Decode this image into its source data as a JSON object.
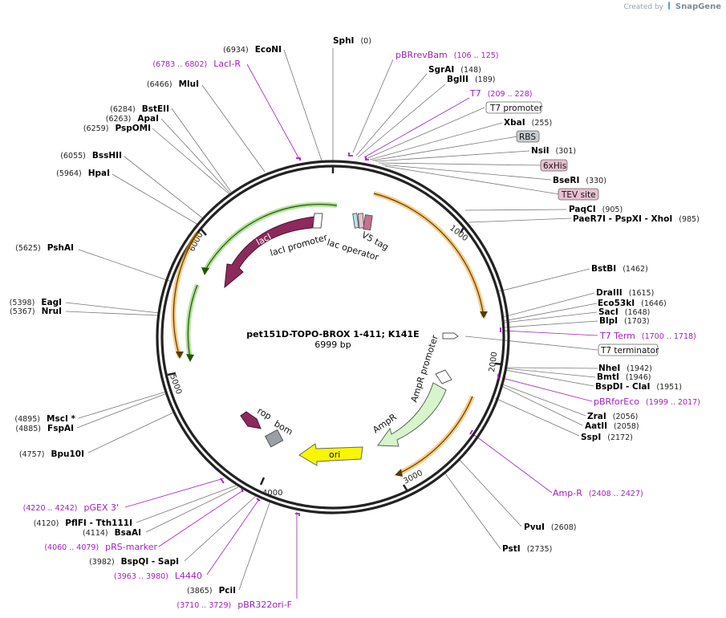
{
  "credit": {
    "prefix": "Created by",
    "brand": "SnapGene"
  },
  "plasmid": {
    "name": "pet151D-TOPO-BROX 1-411; K141E",
    "length": "6999 bp"
  },
  "ticks": [
    "1000",
    "2000",
    "3000",
    "4000",
    "5000",
    "6000"
  ],
  "sites": [
    {
      "id": "sphi",
      "name": "SphI",
      "pos": "(0)",
      "num_first": false
    },
    {
      "id": "pbrrevbam",
      "name": "pBRrevBam",
      "pos": "(106 .. 125)",
      "num_first": false,
      "primer": true
    },
    {
      "id": "sgrai",
      "name": "SgrAI",
      "pos": "(148)",
      "num_first": false
    },
    {
      "id": "bglii",
      "name": "BglII",
      "pos": "(189)",
      "num_first": false
    },
    {
      "id": "t7",
      "name": "T7",
      "pos": "(209 .. 228)",
      "num_first": false,
      "primer": true
    },
    {
      "id": "xbai",
      "name": "XbaI",
      "pos": "(255)",
      "num_first": false
    },
    {
      "id": "nsii",
      "name": "NsiI",
      "pos": "(301)",
      "num_first": false
    },
    {
      "id": "bseri",
      "name": "BseRI",
      "pos": "(330)",
      "num_first": false
    },
    {
      "id": "paqci",
      "name": "PaqCI",
      "pos": "(905)",
      "num_first": false
    },
    {
      "id": "paer7i",
      "name": "PaeR7I   - PspXI   - XhoI",
      "pos": "(985)",
      "num_first": false
    },
    {
      "id": "bstbi",
      "name": "BstBI",
      "pos": "(1462)",
      "num_first": false
    },
    {
      "id": "draiii",
      "name": "DraIII",
      "pos": "(1615)",
      "num_first": false
    },
    {
      "id": "eco53ki",
      "name": "Eco53kI",
      "pos": "(1646)",
      "num_first": false
    },
    {
      "id": "saci",
      "name": "SacI",
      "pos": "(1648)",
      "num_first": false
    },
    {
      "id": "blpi",
      "name": "BlpI",
      "pos": "(1703)",
      "num_first": false
    },
    {
      "id": "t7term",
      "name": "T7 Term",
      "pos": "(1700 .. 1718)",
      "num_first": false,
      "primer": true
    },
    {
      "id": "nhei",
      "name": "NheI",
      "pos": "(1942)",
      "num_first": false
    },
    {
      "id": "bmti",
      "name": "BmtI",
      "pos": "(1946)",
      "num_first": false
    },
    {
      "id": "bspdi",
      "name": "BspDI   - ClaI",
      "pos": "(1951)",
      "num_first": false
    },
    {
      "id": "pbrforeco",
      "name": "pBRforEco",
      "pos": "(1999 .. 2017)",
      "num_first": false,
      "primer": true
    },
    {
      "id": "zrai",
      "name": "ZraI",
      "pos": "(2056)",
      "num_first": false
    },
    {
      "id": "aatii",
      "name": "AatII",
      "pos": "(2058)",
      "num_first": false
    },
    {
      "id": "sspi",
      "name": "SspI",
      "pos": "(2172)",
      "num_first": false
    },
    {
      "id": "ampr_primer",
      "name": "Amp-R",
      "pos": "(2408 .. 2427)",
      "num_first": false,
      "primer": true
    },
    {
      "id": "pvui",
      "name": "PvuI",
      "pos": "(2608)",
      "num_first": false
    },
    {
      "id": "psti",
      "name": "PstI",
      "pos": "(2735)",
      "num_first": false
    },
    {
      "id": "econi",
      "name": "EcoNI",
      "pos": "(6934)",
      "num_first": true
    },
    {
      "id": "laci_r",
      "name": "LacI-R",
      "pos": "(6783 .. 6802)",
      "num_first": true,
      "primer": true
    },
    {
      "id": "mlui",
      "name": "MluI",
      "pos": "(6466)",
      "num_first": true
    },
    {
      "id": "bsteii",
      "name": "BstEII",
      "pos": "(6284)",
      "num_first": true
    },
    {
      "id": "apai",
      "name": "ApaI",
      "pos": "(6263)",
      "num_first": true
    },
    {
      "id": "psp0mi",
      "name": "PspOMI",
      "pos": "(6259)",
      "num_first": true
    },
    {
      "id": "bsshii",
      "name": "BssHII",
      "pos": "(6055)",
      "num_first": true
    },
    {
      "id": "hpai",
      "name": "HpaI",
      "pos": "(5964)",
      "num_first": true
    },
    {
      "id": "pshai",
      "name": "PshAI",
      "pos": "(5625)",
      "num_first": true
    },
    {
      "id": "eagi",
      "name": "EagI",
      "pos": "(5398)",
      "num_first": true
    },
    {
      "id": "nrui",
      "name": "NruI",
      "pos": "(5367)",
      "num_first": true
    },
    {
      "id": "msci",
      "name": "MscI *",
      "pos": "(4895)",
      "num_first": true
    },
    {
      "id": "fspai",
      "name": "FspAI",
      "pos": "(4885)",
      "num_first": true
    },
    {
      "id": "bpu10i",
      "name": "Bpu10I",
      "pos": "(4757)",
      "num_first": true
    },
    {
      "id": "pgex3",
      "name": "pGEX 3'",
      "pos": "(4220 .. 4242)",
      "num_first": true,
      "primer": true
    },
    {
      "id": "pflfi",
      "name": "PflFI   - Tth111I",
      "pos": "(4120)",
      "num_first": true
    },
    {
      "id": "bsaai",
      "name": "BsaAI",
      "pos": "(4114)",
      "num_first": true
    },
    {
      "id": "prs_marker",
      "name": "pRS-marker",
      "pos": "(4060 .. 4079)",
      "num_first": true,
      "primer": true
    },
    {
      "id": "bspqi",
      "name": "BspQI   - SapI",
      "pos": "(3982)",
      "num_first": true
    },
    {
      "id": "l4440",
      "name": "L4440",
      "pos": "(3963 .. 3980)",
      "num_first": true,
      "primer": true
    },
    {
      "id": "pcii",
      "name": "PciI",
      "pos": "(3865)",
      "num_first": true
    },
    {
      "id": "pbr322ori",
      "name": "pBR322ori-F",
      "pos": "(3710 .. 3729)",
      "num_first": true,
      "primer": true
    }
  ],
  "boxed": [
    {
      "id": "t7promoter_box",
      "label": "T7 promoter",
      "style": "white"
    },
    {
      "id": "rbs_box",
      "label": "RBS",
      "style": "gray"
    },
    {
      "id": "sixhis_box",
      "label": "6xHis",
      "style": "pink"
    },
    {
      "id": "tev_box",
      "label": "TEV site",
      "style": "pink"
    },
    {
      "id": "t7term_box",
      "label": "T7 terminator",
      "style": "white"
    }
  ],
  "features": {
    "laci": "lacI",
    "laci_promoter": "lacI promoter",
    "lac_operator": "lac operator",
    "v5_tag": "V5 tag",
    "ampr": "AmpR",
    "ampr_promoter": "AmpR promoter",
    "ori": "ori",
    "rop": "rop",
    "bom": "bom"
  },
  "colors": {
    "enzyme": "#000000",
    "primer": "#a020c0",
    "orf_outline": "#f0a020",
    "laci": "#8c2a5c",
    "ampr": "#d7f5cc",
    "ori": "#f7f700",
    "rop": "#8c2a5c",
    "bom": "#9aa0a6"
  }
}
